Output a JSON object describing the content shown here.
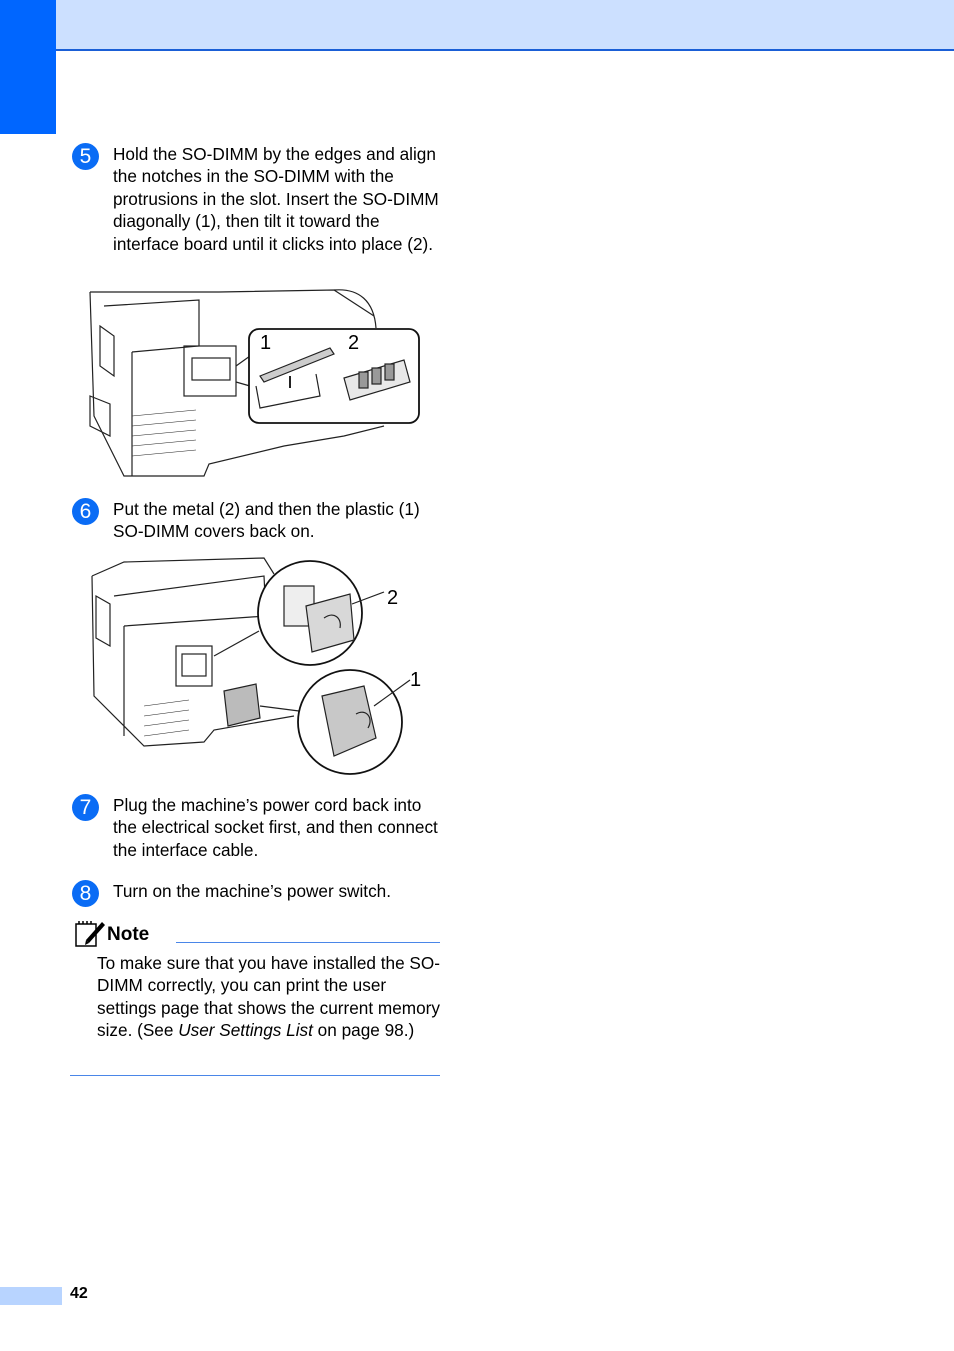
{
  "steps": [
    {
      "num": "5",
      "text": "Hold the SO-DIMM by the edges and align the notches in the SO-DIMM with the protrusions in the slot. Insert the SO-DIMM diagonally (1), then tilt it toward the interface board until it clicks into place (2)."
    },
    {
      "num": "6",
      "text": "Put the metal (2) and then the plastic (1) SO-DIMM covers back on."
    },
    {
      "num": "7",
      "text": "Plug the machine’s power cord back into the electrical socket first, and then connect the interface cable."
    },
    {
      "num": "8",
      "text": "Turn on the machine’s power switch."
    }
  ],
  "figure1": {
    "label_1": "1",
    "label_2": "2"
  },
  "figure2": {
    "label_1": "1",
    "label_2": "2"
  },
  "note": {
    "title": "Note",
    "text_before": "To make sure that you have installed the SO-DIMM correctly, you can print the user settings page that shows the current memory size. (See ",
    "link_text": "User Settings List",
    "text_after": " on page 98.)"
  },
  "page_number": "42",
  "colors": {
    "accent": "#0066ff",
    "band": "#cce0ff",
    "rule": "#4a86e8"
  }
}
